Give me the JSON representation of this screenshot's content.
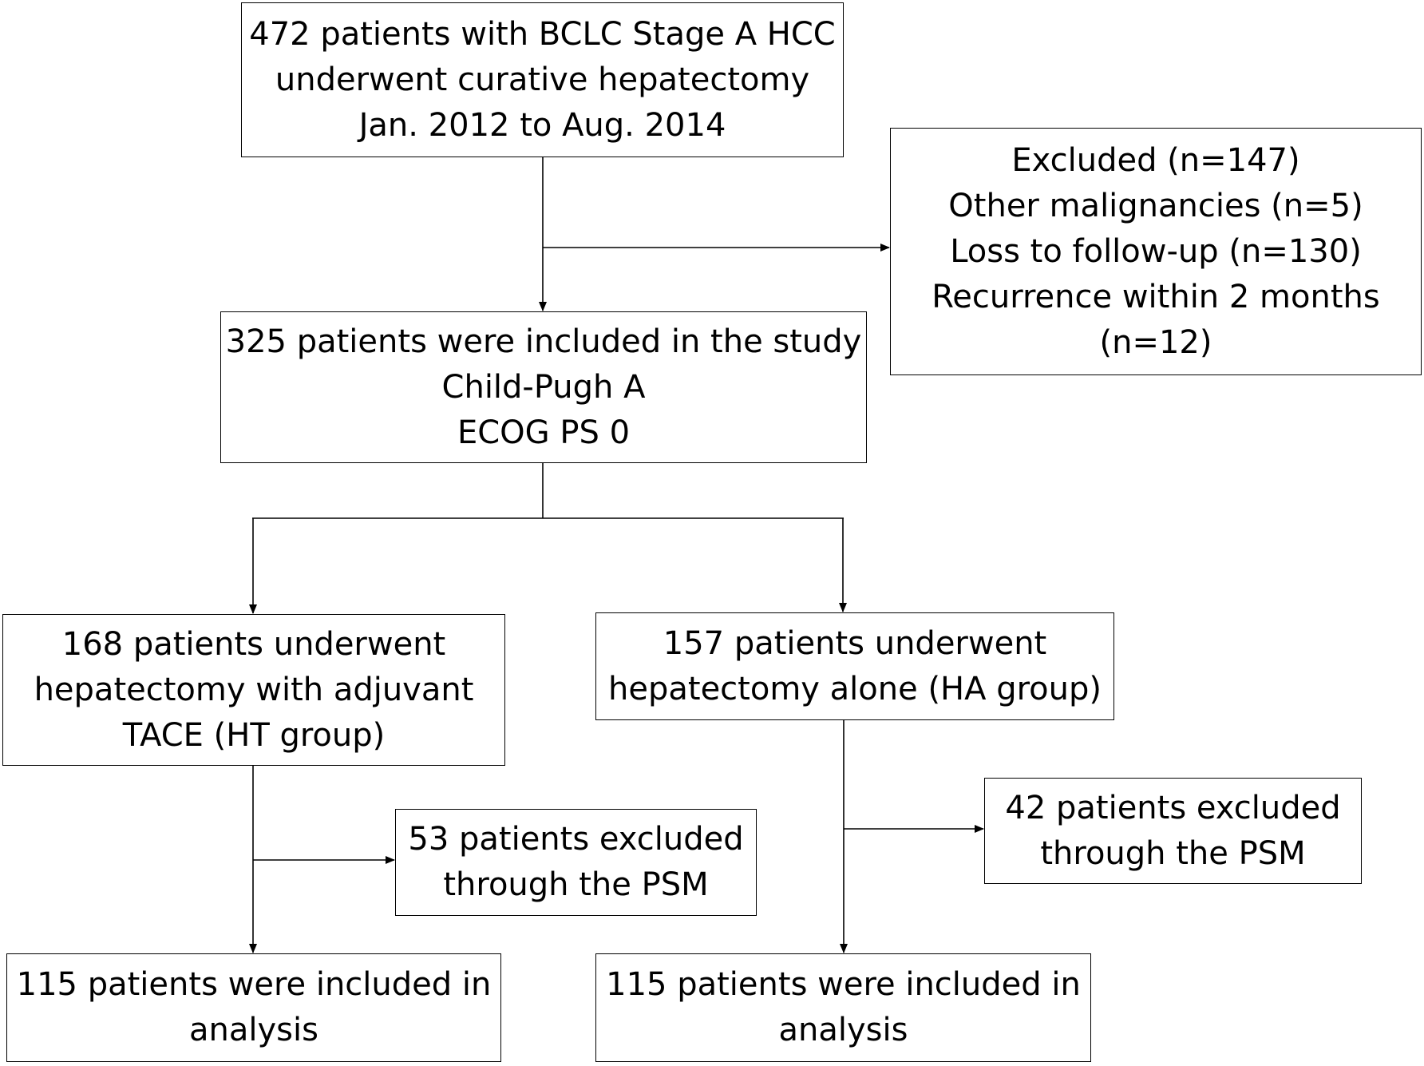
{
  "nodes": {
    "start": {
      "lines": [
        "472 patients with BCLC Stage A HCC",
        "underwent curative hepatectomy",
        "Jan. 2012 to Aug. 2014"
      ]
    },
    "excluded": {
      "lines": [
        "Excluded (n=147)",
        "Other malignancies (n=5)",
        "Loss to follow-up (n=130)",
        "Recurrence within 2 months",
        "(n=12)"
      ]
    },
    "included": {
      "lines": [
        "325 patients were included in the study",
        "Child-Pugh A",
        "ECOG PS 0"
      ]
    },
    "ht_group": {
      "lines": [
        "168 patients underwent",
        "hepatectomy with adjuvant",
        "TACE (HT group)"
      ]
    },
    "ha_group": {
      "lines": [
        "157 patients underwent",
        "hepatectomy alone (HA group)"
      ]
    },
    "ht_psm_excluded": {
      "lines": [
        "53 patients excluded",
        "through the PSM"
      ]
    },
    "ha_psm_excluded": {
      "lines": [
        "42 patients excluded",
        "through the PSM"
      ]
    },
    "ht_analysis": {
      "lines": [
        "115 patients were included in",
        "analysis"
      ]
    },
    "ha_analysis": {
      "lines": [
        "115 patients were included in",
        "analysis"
      ]
    }
  },
  "line_color": "#000000",
  "box_border_color": "#000000"
}
